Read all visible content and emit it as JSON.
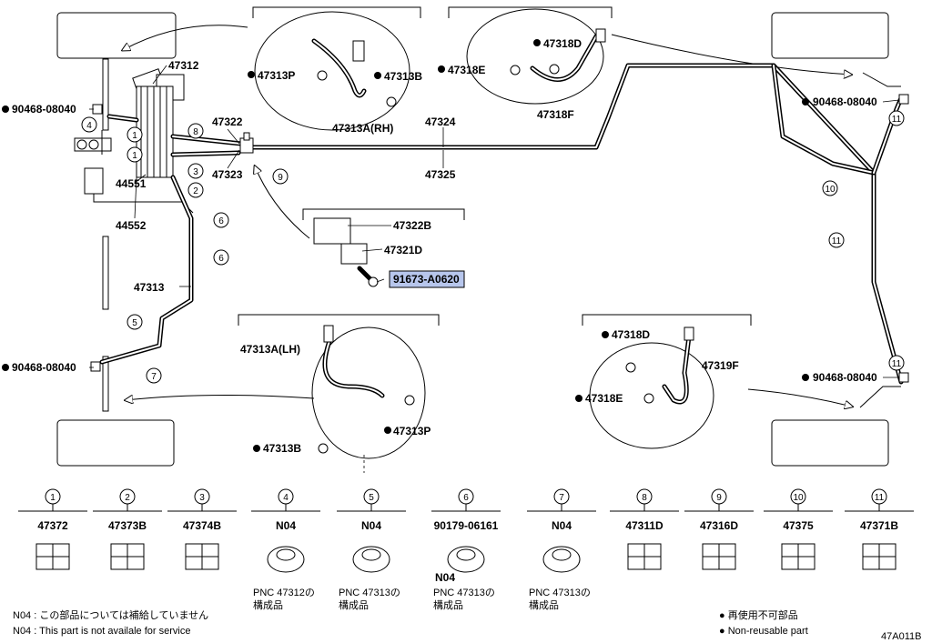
{
  "parts": {
    "p_47312": "47312",
    "p_90468_a": "90468-08040",
    "p_90468_b": "90468-08040",
    "p_90468_c": "90468-08040",
    "p_90468_d": "90468-08040",
    "p_44551": "44551",
    "p_44552": "44552",
    "p_47313": "47313",
    "p_47322": "47322",
    "p_47323": "47323",
    "p_47324": "47324",
    "p_47325": "47325",
    "p_47313P_top": "47313P",
    "p_47313B_top": "47313B",
    "p_47313A_rh": "47313A(RH)",
    "p_47318D_top": "47318D",
    "p_47318E_top": "47318E",
    "p_47318F": "47318F",
    "p_47322B": "47322B",
    "p_47321D": "47321D",
    "p_91673": "91673-A0620",
    "p_47313A_lh": "47313A(LH)",
    "p_47313P_bot": "47313P",
    "p_47313B_bot": "47313B",
    "p_47318D_bot": "47318D",
    "p_47319F": "47319F",
    "p_47318E_bot": "47318E"
  },
  "callouts": {
    "c1": "1",
    "c2": "2",
    "c3": "3",
    "c4": "4",
    "c5": "5",
    "c6": "6",
    "c7": "7",
    "c8": "8",
    "c9": "9",
    "c10": "10",
    "c11": "11"
  },
  "legend_items": [
    {
      "num": "1",
      "part": "47372",
      "note1": "",
      "note2": ""
    },
    {
      "num": "2",
      "part": "47373B",
      "note1": "",
      "note2": ""
    },
    {
      "num": "3",
      "part": "47374B",
      "note1": "",
      "note2": ""
    },
    {
      "num": "4",
      "part": "N04",
      "note1": "PNC 47312の",
      "note2": "構成品"
    },
    {
      "num": "5",
      "part": "N04",
      "note1": "PNC 47313の",
      "note2": "構成品"
    },
    {
      "num": "6",
      "part": "90179-06161",
      "note1": "PNC 47313の",
      "note2": "構成品",
      "sub": "N04"
    },
    {
      "num": "7",
      "part": "N04",
      "note1": "PNC 47313の",
      "note2": "構成品"
    },
    {
      "num": "8",
      "part": "47311D",
      "note1": "",
      "note2": ""
    },
    {
      "num": "9",
      "part": "47316D",
      "note1": "",
      "note2": ""
    },
    {
      "num": "10",
      "part": "47375",
      "note1": "",
      "note2": ""
    },
    {
      "num": "11",
      "part": "47371B",
      "note1": "",
      "note2": ""
    }
  ],
  "footer": {
    "note_jp": "N04 : この部品については補給していません",
    "note_en": "N04 : This part is not availale for service",
    "nonreuse_jp": "● 再使用不可部品",
    "nonreuse_en": "● Non-reusable part",
    "diagram_id": "47A011B"
  }
}
